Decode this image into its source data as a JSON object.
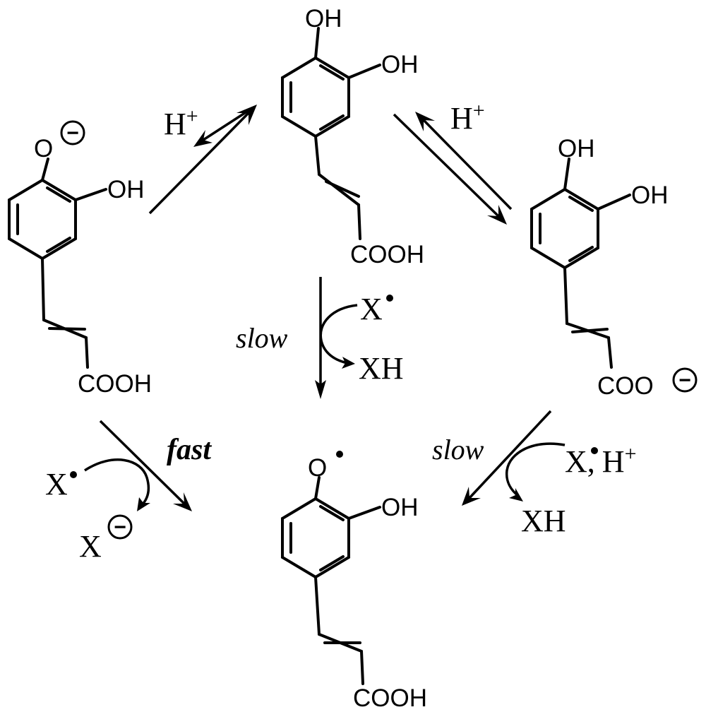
{
  "molecules": {
    "top": {
      "oh_1": "OH",
      "oh_2": "OH",
      "acid": "COOH"
    },
    "left": {
      "oxygen": "O",
      "charge": "−",
      "oh": "OH",
      "acid": "COOH"
    },
    "right": {
      "oh_1": "OH",
      "oh_2": "OH",
      "carboxylate": "COO",
      "charge": "−"
    },
    "bottom": {
      "oxygen": "O",
      "oh": "OH",
      "acid": "COOH"
    }
  },
  "reagents": {
    "proton_left": {
      "base": "H",
      "sup": "+"
    },
    "proton_right": {
      "base": "H",
      "sup": "+"
    },
    "center": {
      "rate": "slow",
      "radical": "X",
      "product": "XH"
    },
    "left_path": {
      "rate": "fast",
      "radical": "X",
      "product": "X",
      "product_charge": "−"
    },
    "right_path": {
      "rate": "slow",
      "radical": "X",
      "comma": ",",
      "proton": "H",
      "proton_sup": "+",
      "product": "XH"
    }
  }
}
